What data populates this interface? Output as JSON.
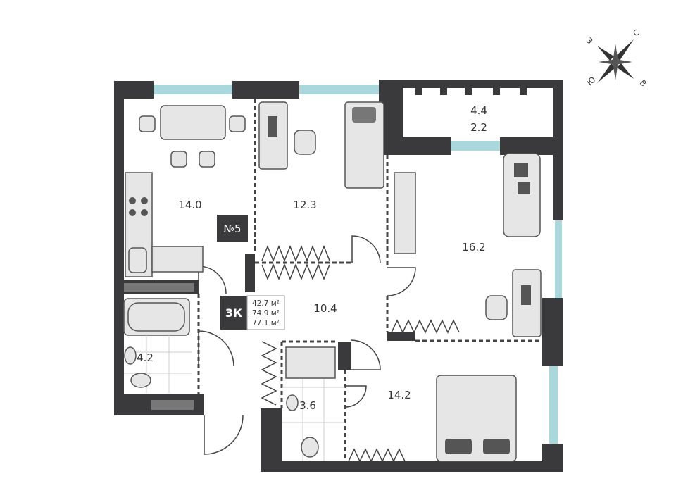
{
  "plan": {
    "apartment_number": "№5",
    "type_badge": "3К",
    "areas": {
      "living": "42.7 м²",
      "total": "74.9 м²",
      "total_with_balcony": "77.1 м²"
    },
    "rooms": {
      "kitchen": "14.0",
      "room_top": "12.3",
      "room_right": "16.2",
      "hall": "10.4",
      "bath": "4.2",
      "wc": "3.6",
      "bedroom": "14.2",
      "balcony_area": "4.4",
      "balcony_reduced": "2.2"
    }
  },
  "compass": {
    "n": "С",
    "e": "В",
    "s": "Ю",
    "w": "З"
  },
  "colors": {
    "wall": "#3a3a3c",
    "window": "#a8d8dc"
  }
}
